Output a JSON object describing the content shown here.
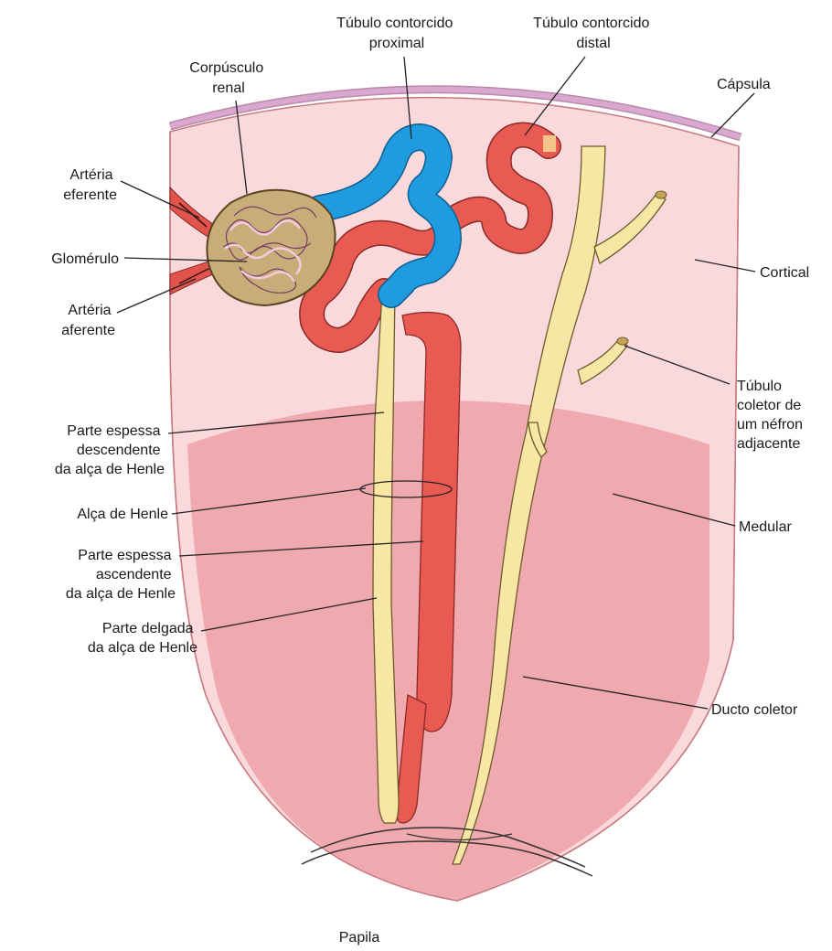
{
  "labels": {
    "renal_corpuscle": [
      "Corpúsculo",
      "renal"
    ],
    "proximal_tubule": [
      "Túbulo contorcido",
      "proximal"
    ],
    "distal_tubule": [
      "Túbulo contorcido",
      "distal"
    ],
    "capsule": [
      "Cápsula"
    ],
    "efferent_artery": [
      "Artéria",
      "eferente"
    ],
    "glomerulus": [
      "Glomérulo"
    ],
    "afferent_artery": [
      "Artéria",
      "aferente"
    ],
    "cortex": [
      "Cortical"
    ],
    "adjacent_collecting_tubule": [
      "Túbulo",
      "coletor de",
      "um néfron",
      "adjacente"
    ],
    "thick_descending_limb": [
      "Parte espessa",
      "descendente",
      "da alça de Henle"
    ],
    "loop_of_henle": [
      "Alça de Henle"
    ],
    "medulla": [
      "Medular"
    ],
    "thick_ascending_limb": [
      "Parte espessa",
      "ascendente",
      "da alça de Henle"
    ],
    "thin_limb": [
      "Parte delgada",
      "da alça de Henle"
    ],
    "collecting_duct": [
      "Ducto coletor"
    ],
    "papilla": [
      "Papila"
    ]
  },
  "colors": {
    "cortex": "#f9d9dc",
    "medulla": "#f0a9ae",
    "capsule": "#d9a7cf",
    "proximal_tubule": "#1f9be0",
    "distal_tubule": "#e85a52",
    "thin_limb": "#f8e7a4",
    "glomerulus_capsule": "#c9ad79",
    "capillary": "#e9b1d2"
  }
}
